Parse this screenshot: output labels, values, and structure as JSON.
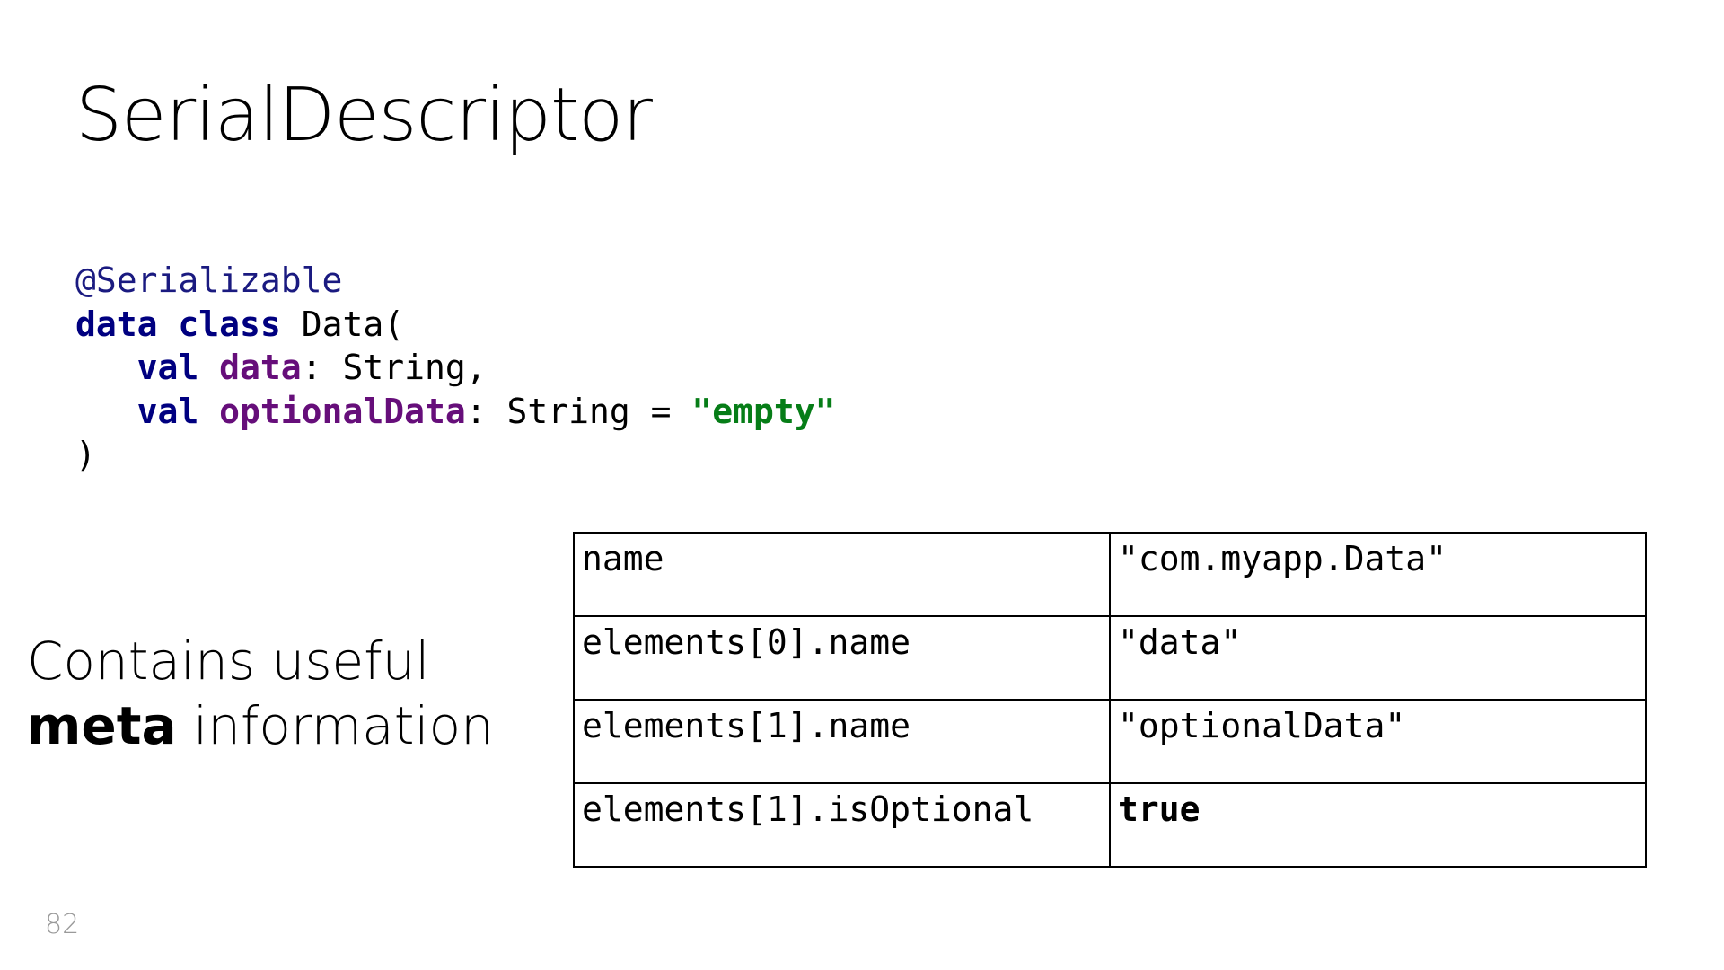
{
  "title": "SerialDescriptor",
  "code": {
    "annotation": "@Serializable",
    "line2": {
      "kw1": "data",
      "kw2": "class",
      "rest": "Data("
    },
    "line3": {
      "kw": "val",
      "prop": "data",
      "rest": ": String,"
    },
    "line4": {
      "kw": "val",
      "prop": "optionalData",
      "rest": ": String = ",
      "str": "\"empty\""
    },
    "line5": ")"
  },
  "side_text": {
    "line1": "Contains useful",
    "bold": "meta",
    "rest": " information"
  },
  "table": {
    "rows": [
      {
        "key": "name",
        "value": "\"com.myapp.Data\""
      },
      {
        "key": "elements[0].name",
        "value": "\"data\""
      },
      {
        "key": "elements[1].name",
        "value": "\"optionalData\""
      },
      {
        "key": "elements[1].isOptional",
        "value": "true"
      }
    ]
  },
  "page_number": "82"
}
